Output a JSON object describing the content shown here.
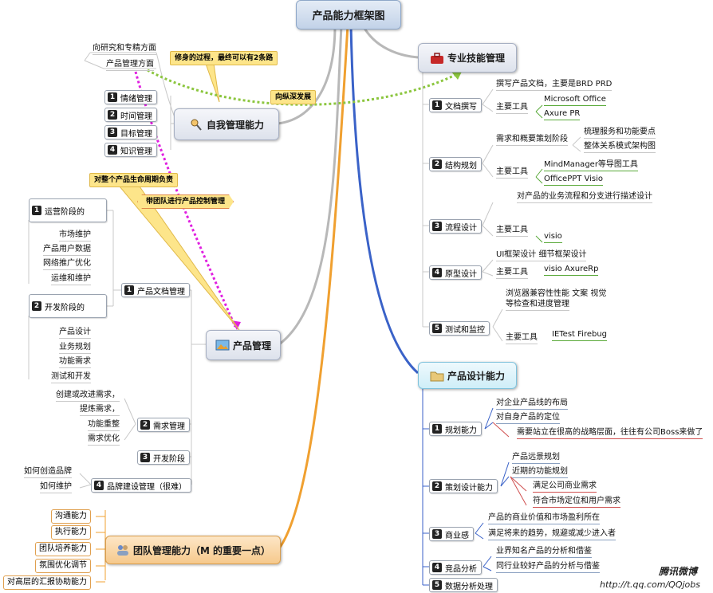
{
  "root": {
    "label": "产品能力框架图"
  },
  "self_mgmt": {
    "label": "自我管理能力",
    "icon": "magnifier-person-icon",
    "items": [
      "情绪管理",
      "时间管理",
      "目标管理",
      "知识管理"
    ],
    "nums": [
      "1",
      "2",
      "3",
      "4"
    ],
    "paths": [
      "向研究和专精方面",
      "产品管理方面"
    ],
    "callout": "修身的过程，最终可以有2条路",
    "arrow_label": "向纵深发展"
  },
  "skills": {
    "label": "专业技能管理",
    "icon": "toolbox-icon",
    "groups": [
      {
        "num": "1",
        "label": "文档撰写",
        "desc": "撰写产品文档，主要是BRD  PRD",
        "tool_label": "主要工具",
        "tools": [
          "Microsoft Office",
          "Axure PR"
        ]
      },
      {
        "num": "2",
        "label": "结构规划",
        "desc": "需求和概要策划阶段",
        "desc_items": [
          "梳理服务和功能要点",
          "整体关系模式架构图"
        ],
        "tool_label": "主要工具",
        "tools": [
          "MindManager等导图工具",
          "OfficePPT  Visio"
        ]
      },
      {
        "num": "3",
        "label": "流程设计",
        "desc": "对产品的业务流程和分支进行描述设计",
        "tool_label": "主要工具",
        "tools": [
          "visio"
        ]
      },
      {
        "num": "4",
        "label": "原型设计",
        "desc": "UI框架设计  细节框架设计",
        "tool_label": "主要工具",
        "tools": [
          "visio    AxureRp"
        ]
      },
      {
        "num": "5",
        "label": "测试和监控",
        "desc_lines": [
          "浏览器兼容性性能   文案 视觉",
          "等检查和进度管理"
        ],
        "tool_label": "主要工具",
        "tools": [
          "IETest    Firebug"
        ]
      }
    ]
  },
  "design": {
    "label": "产品设计能力",
    "icon": "folder-icon",
    "groups": [
      {
        "num": "1",
        "label": "规划能力",
        "items": [
          "对企业产品线的布局",
          "对自身产品的定位"
        ],
        "sub": "需要站立在很高的战略层面，往往有公司Boss来做了"
      },
      {
        "num": "2",
        "label": "策划设计能力",
        "items": [
          "产品远景规划",
          "近期的功能规划"
        ],
        "sub_items": [
          "满足公司商业需求",
          "符合市场定位和用户需求"
        ]
      },
      {
        "num": "3",
        "label": "商业感",
        "items": [
          "产品的商业价值和市场盈利所在",
          "满足将来的趋势，规避或减少进入者"
        ]
      },
      {
        "num": "4",
        "label": "竞品分析",
        "items": [
          "业界知名产品的分析和借鉴",
          "同行业较好产品的分析与借鉴"
        ]
      },
      {
        "num": "5",
        "label": "数据分析处理"
      }
    ]
  },
  "product_mgmt": {
    "label": "产品管理",
    "icon": "picture-icon",
    "callout1": "对整个产品生命周期负责",
    "callout2": "带团队进行产品控制管理",
    "doc": {
      "num": "1",
      "label": "产品文档管理",
      "ops": {
        "num": "1",
        "label": "运营阶段的",
        "items": [
          "市场维护",
          "产品用户数据",
          "网络推广优化",
          "运维和维护"
        ]
      },
      "dev": {
        "num": "2",
        "label": "开发阶段的",
        "items": [
          "产品设计",
          "业务规划",
          "功能需求",
          "测试和开发"
        ]
      }
    },
    "req": {
      "num": "2",
      "label": "需求管理",
      "items": [
        "创建或改进需求，",
        "提炼需求，",
        "功能重整",
        "需求优化"
      ]
    },
    "devstage": {
      "num": "3",
      "label": "开发阶段"
    },
    "brand": {
      "num": "4",
      "label": "品牌建设管理（很难）",
      "items": [
        "如何创造品牌",
        "如何维护"
      ]
    }
  },
  "team": {
    "label": "团队管理能力（M 的重要一点）",
    "icon": "people-icon",
    "items": [
      "沟通能力",
      "执行能力",
      "团队培养能力",
      "氛围优化调节",
      "对高层的汇报协助能力"
    ]
  },
  "watermark": {
    "brand": "腾讯微博",
    "url": "http://t.qq.com/QQjobs"
  },
  "colors": {
    "grey_line": "#b8b8b8",
    "blue_line": "#3a62c8",
    "orange_line": "#f0a030",
    "green_dash": "#8cc63f",
    "magenta_dash": "#e020e0"
  }
}
